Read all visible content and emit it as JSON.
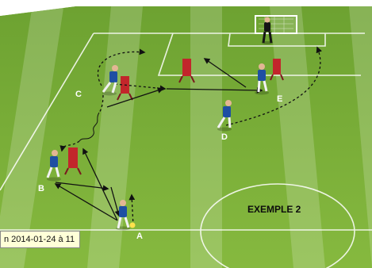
{
  "diagram": {
    "title": "EXEMPLE 2",
    "player_labels": {
      "a": "A",
      "b": "B",
      "c": "C",
      "d": "D",
      "e": "E"
    }
  },
  "tooltip": {
    "text": "n 2014-01-24 à 11"
  },
  "colors": {
    "pitch": "#7fb23a",
    "pitch_dark": "#6fa22f",
    "lines": "#ffffff",
    "mannequin": "#c2262b",
    "player_kit": "#1f4fa3",
    "keeper_kit": "#151515",
    "background": "#ffffff"
  }
}
